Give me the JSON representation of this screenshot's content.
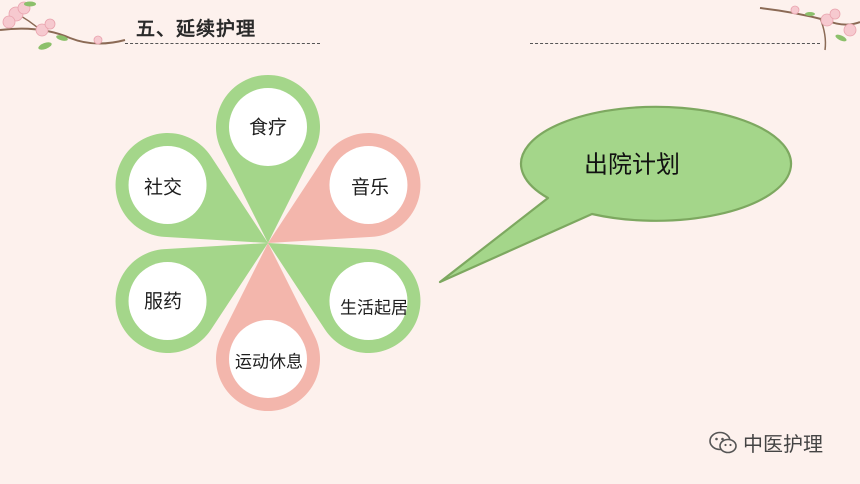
{
  "header": {
    "title": "五、延续护理"
  },
  "petals": [
    {
      "label": "食疗",
      "color": "green"
    },
    {
      "label": "音乐",
      "color": "pink"
    },
    {
      "label": "生活起居",
      "color": "green"
    },
    {
      "label": "运动休息",
      "color": "pink"
    },
    {
      "label": "服药",
      "color": "green"
    },
    {
      "label": "社交",
      "color": "green"
    }
  ],
  "bubble": {
    "text": "出院计划"
  },
  "brand": {
    "name": "中医护理",
    "icon": "wechat-icon"
  },
  "colors": {
    "background": "#fdf1ed",
    "green": "#a4d68a",
    "pink": "#f3b6ac",
    "bubble_fill": "#a4d68a",
    "bubble_stroke": "#7da860"
  }
}
